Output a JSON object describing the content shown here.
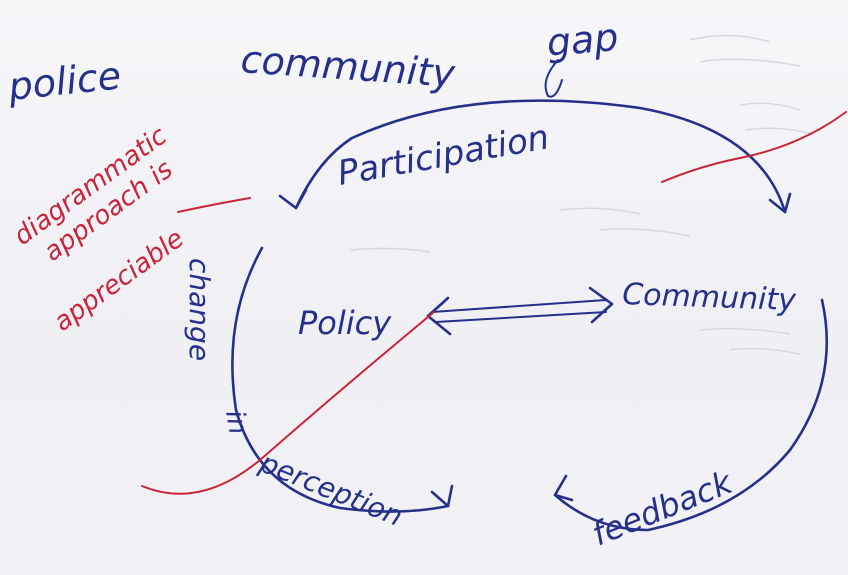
{
  "heading": {
    "word1": "police",
    "word2": "community",
    "word3": "gap"
  },
  "diagram": {
    "top_label": "Participation",
    "center_left": "Policy",
    "center_right": "Community",
    "left_label_1": "change",
    "left_label_2": "in",
    "bottom_left_label": "perception",
    "bottom_right_label": "feedback"
  },
  "remark": {
    "line1": "diagrammatic",
    "line2": "approach is",
    "line3": "appreciable"
  },
  "colors": {
    "ink_blue": "#26308a",
    "ink_red": "#c8243a",
    "paper": "#f4f4f7"
  }
}
